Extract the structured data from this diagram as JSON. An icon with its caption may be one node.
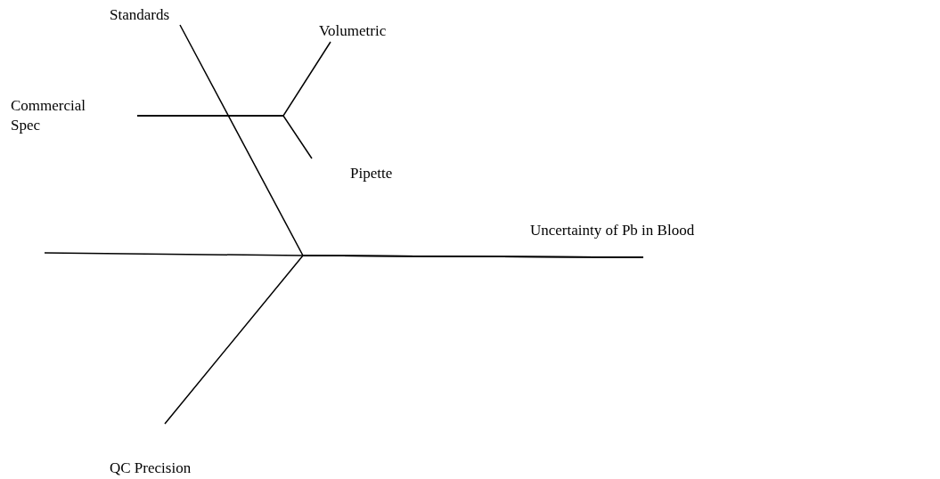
{
  "diagram": {
    "nodes": [
      {
        "text": [
          "Standards"
        ]
      },
      {
        "text": [
          "Volumetric"
        ]
      },
      {
        "text": [
          "Commercial Spec"
        ]
      },
      {
        "text": [
          "Pipette"
        ]
      },
      {
        "text": [
          "Uncertainty of Pb in Blood"
        ]
      },
      {
        "text": [
          "QC Precision"
        ]
      }
    ],
    "edges": [
      {
        "from": 1,
        "to": 2,
        "arrow": "none"
      },
      {
        "from": 3,
        "to": 2,
        "arrow": "none"
      },
      {
        "from": 0,
        "to": 4,
        "arrow": "none"
      },
      {
        "from": 5,
        "to": 4,
        "arrow": "none"
      },
      {
        "from": null,
        "to": 4,
        "arrow": "none"
      }
    ]
  }
}
